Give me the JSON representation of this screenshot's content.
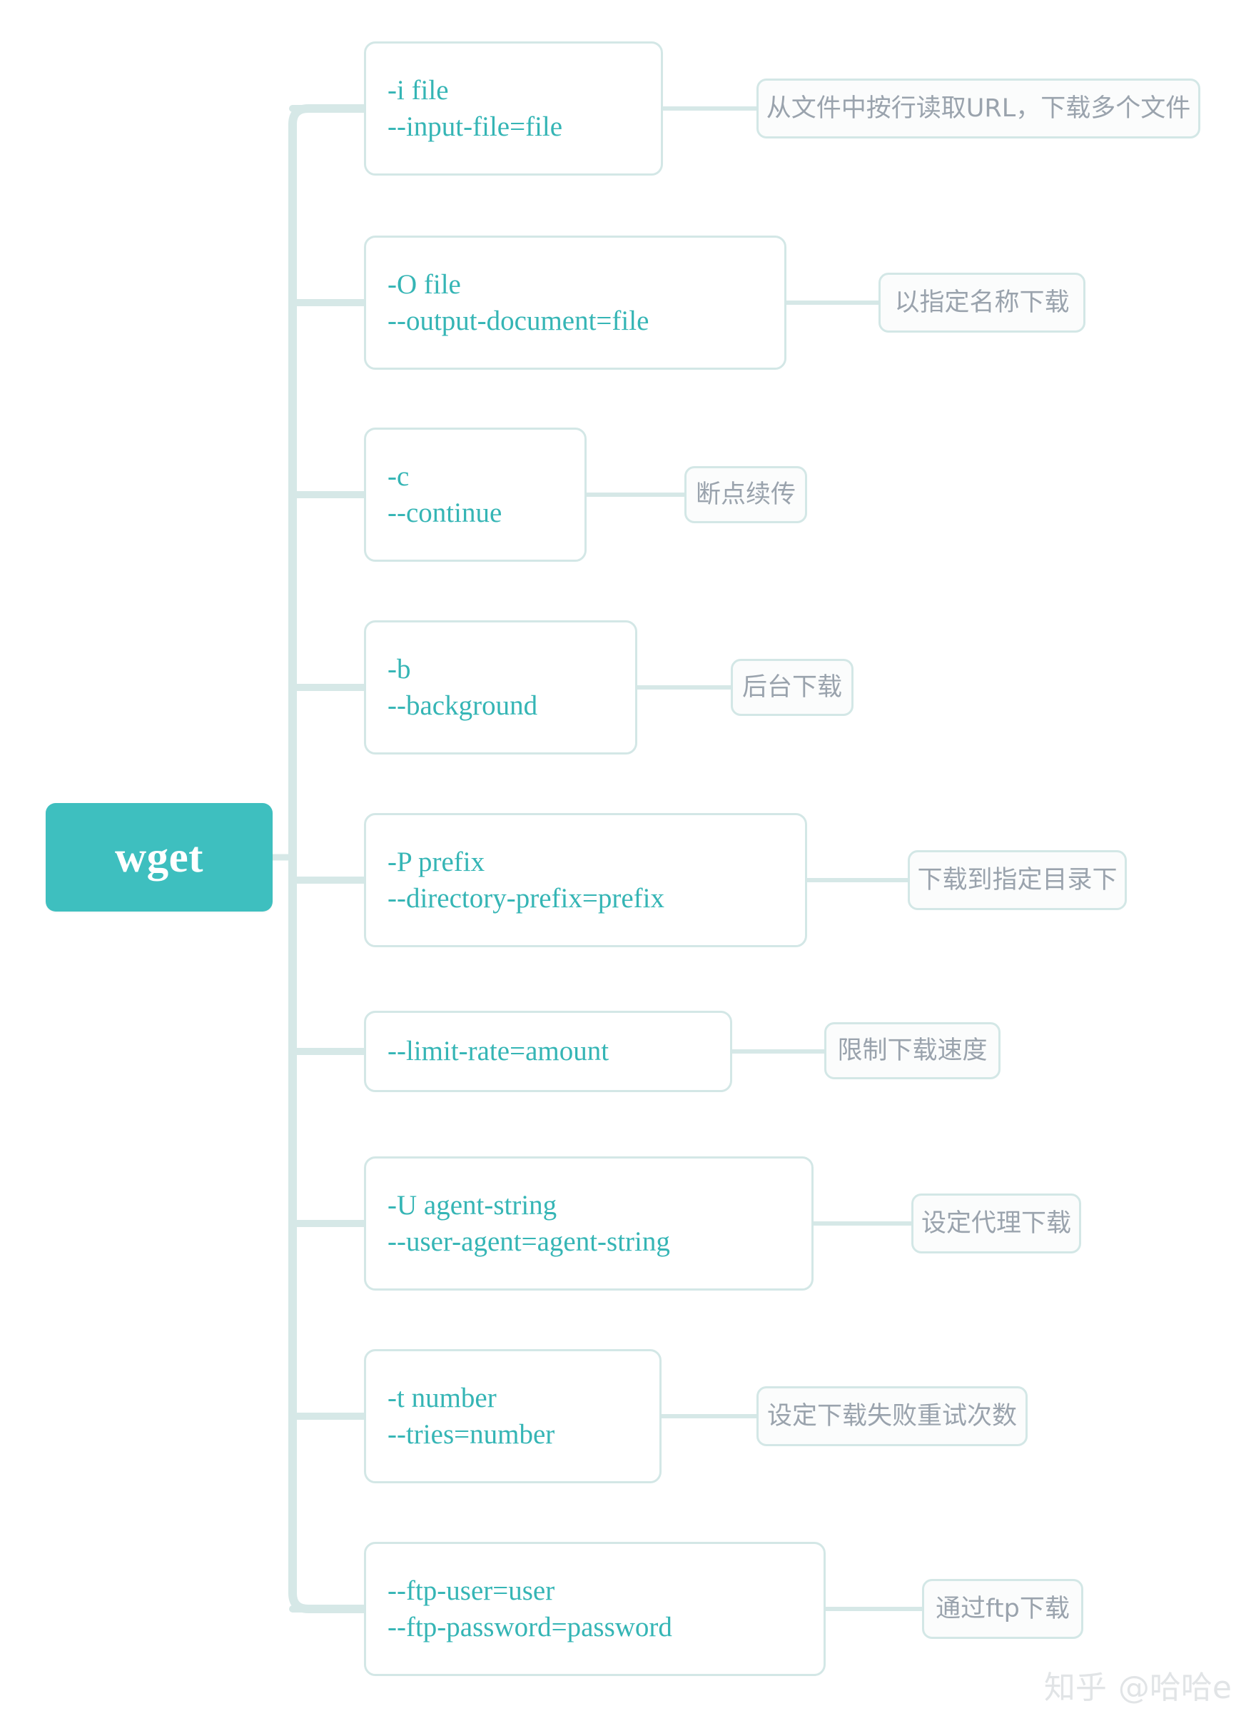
{
  "diagram": {
    "type": "mindmap",
    "title": "wget",
    "root": {
      "label": "wget",
      "bg_color": "#3ebfbf",
      "text_color": "#ffffff"
    },
    "theme": {
      "node_border_color": "#d3e7e6",
      "node_text_color": "#35b5b5",
      "note_text_color": "#9aa3ad",
      "connector_color": "#d6e8e7",
      "background": "#ffffff"
    },
    "branches": [
      {
        "lines": [
          "-i file",
          "--input-file=file"
        ],
        "note": "从文件中按行读取URL，下载多个文件"
      },
      {
        "lines": [
          "-O file",
          "--output-document=file"
        ],
        "note": "以指定名称下载"
      },
      {
        "lines": [
          "-c",
          "--continue"
        ],
        "note": "断点续传"
      },
      {
        "lines": [
          "-b",
          "--background"
        ],
        "note": "后台下载"
      },
      {
        "lines": [
          "-P prefix",
          "--directory-prefix=prefix"
        ],
        "note": "下载到指定目录下"
      },
      {
        "lines": [
          "--limit-rate=amount"
        ],
        "note": "限制下载速度"
      },
      {
        "lines": [
          " -U agent-string",
          "--user-agent=agent-string"
        ],
        "note": "设定代理下载"
      },
      {
        "lines": [
          "-t number",
          "--tries=number"
        ],
        "note": "设定下载失败重试次数"
      },
      {
        "lines": [
          "--ftp-user=user",
          " --ftp-password=password"
        ],
        "note": "通过ftp下载"
      }
    ]
  },
  "watermark": {
    "site": "知乎",
    "handle": "@哈哈e"
  }
}
